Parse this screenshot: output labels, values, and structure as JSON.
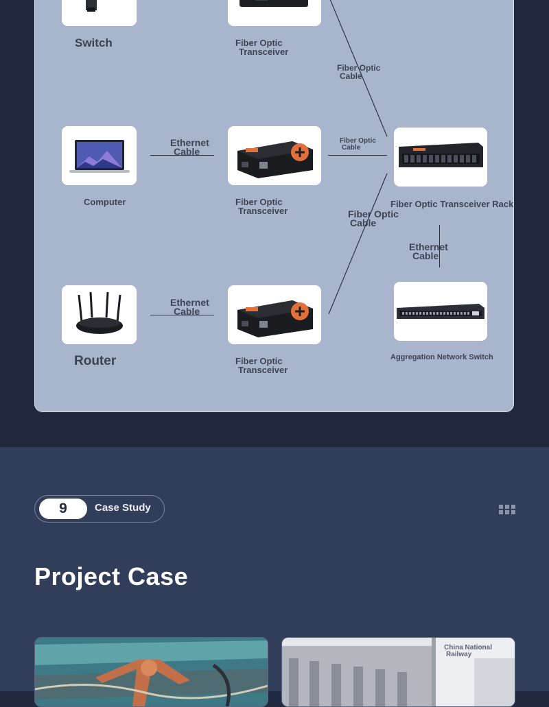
{
  "diagram": {
    "switch_label": "Switch",
    "computer_label": "Computer",
    "router_label": "Router",
    "transceiver_line1": "Fiber Optic",
    "transceiver_line2": "Transceiver",
    "ethernet_line1": "Ethernet",
    "ethernet_line2": "Cable",
    "fiber_line1": "Fiber Optic",
    "fiber_line2": "Cable",
    "rack_label": "Fiber Optic Transceiver Rack",
    "agg_switch_label": "Aggregation Network Switch"
  },
  "case_study": {
    "number": "9",
    "label": "Case Study",
    "title": "Project Case",
    "cards": [
      {
        "caption": ""
      },
      {
        "caption_line1": "China National",
        "caption_line2": "Railway"
      }
    ]
  },
  "icons": [
    "switch-device-icon",
    "fiber-transceiver-icon",
    "laptop-icon",
    "router-icon",
    "transceiver-rack-icon",
    "network-switch-icon",
    "grid-dots-icon"
  ],
  "colors": {
    "page_bg": "#212941",
    "panel_bg": "#a9b5cc",
    "lower_bg": "#323d59",
    "label_text": "#3d4457",
    "transceiver_accent": "#e2703a"
  }
}
